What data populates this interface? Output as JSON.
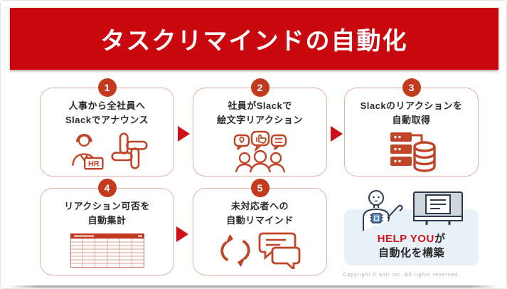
{
  "header": {
    "title": "タスクリマインドの自動化"
  },
  "steps": [
    {
      "number": "1",
      "line1": "人事から全社員へ",
      "line2": "Slackでアナウンス",
      "icons": [
        "hr-person-icon",
        "slack-logo-icon"
      ]
    },
    {
      "number": "2",
      "line1": "社員がSlackで",
      "line2": "絵文字リアクション",
      "icons": [
        "group-reactions-icon"
      ]
    },
    {
      "number": "3",
      "line1": "Slackのリアクションを",
      "line2": "自動取得",
      "icons": [
        "server-database-icon"
      ]
    },
    {
      "number": "4",
      "line1": "リアクション可否を",
      "line2": "自動集計",
      "icons": [
        "spreadsheet-icon"
      ]
    },
    {
      "number": "5",
      "line1": "未対応者への",
      "line2": "自動リマインド",
      "icons": [
        "sync-icon",
        "chat-bubbles-icon"
      ]
    }
  ],
  "result_panel": {
    "brand": "HELP YOU",
    "suffix": "が",
    "line2": "自動化を構築",
    "icons": [
      "robot-icon",
      "monitor-icon"
    ]
  },
  "footer": {
    "copyright": "Copyright © knit Inc. All rights reserved."
  },
  "colors": {
    "header_red": "#c9090f",
    "badge_red": "#c23b1e",
    "arrow_red": "#cf1016",
    "icon_stroke_red": "#c04527",
    "card_border": "#e2b1a5",
    "panel_blue": "#e8f0f8",
    "brand_red": "#d6101c",
    "text_dark": "#2b2b2b"
  }
}
